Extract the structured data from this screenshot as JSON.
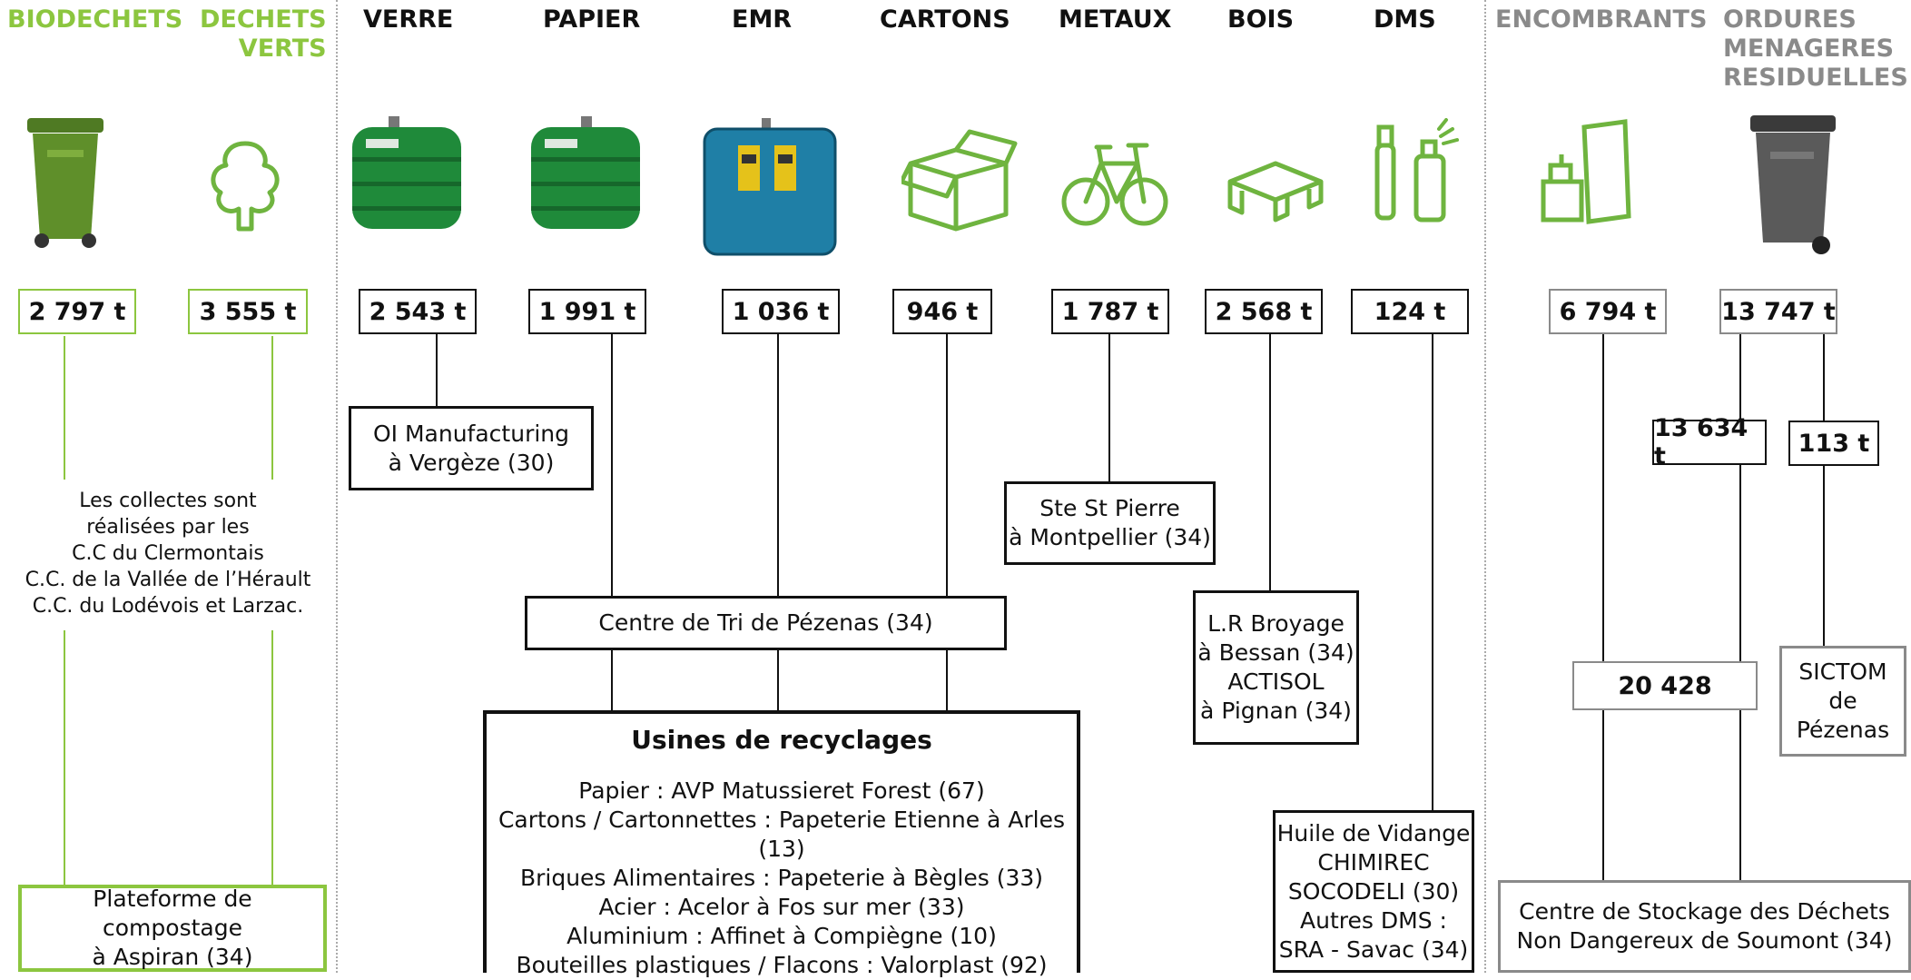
{
  "headers": {
    "biodechets": "BIODECHETS",
    "dechets_verts": "DECHETS\nVERTS",
    "verre": "VERRE",
    "papier": "PAPIER",
    "emr": "EMR",
    "cartons": "CARTONS",
    "metaux": "METAUX",
    "bois": "BOIS",
    "dms": "DMS",
    "encombrants": "ENCOMBRANTS",
    "omr": "ORDURES\nMENAGERES\nRESIDUELLES"
  },
  "tonnages": {
    "biodechets": "2 797 t",
    "dechets_verts": "3 555 t",
    "verre": "2 543 t",
    "papier": "1 991 t",
    "emr": "1 036 t",
    "cartons": "946 t",
    "metaux": "1 787 t",
    "bois": "2 568 t",
    "dms": "124 t",
    "encombrants": "6 794 t",
    "omr": "13 747 t",
    "omr_soumont": "13 634 t",
    "omr_sictom": "113 t",
    "soumont_total": "20 428"
  },
  "destinations": {
    "oi_manufacturing": "OI Manufacturing\nà Vergèze (30)",
    "ste_st_pierre": "Ste St Pierre\nà Montpellier (34)",
    "centre_tri": "Centre de Tri de Pézenas (34)",
    "lr_broyage": "L.R Broyage\nà Bessan (34)\nACTISOL\nà Pignan (34)",
    "sictom": "SICTOM\nde\nPézenas",
    "compostage": "Plateforme de compostage\nà Aspiran (34)",
    "huile": "Huile de Vidange\nCHIMIREC\nSOCODELI (30)\nAutres DMS :\nSRA - Savac (34)",
    "soumont": "Centre de Stockage des Déchets\nNon Dangereux de Soumont (34)"
  },
  "collection_note": "Les collectes sont\nréalisées par les\nC.C du Clermontais\nC.C. de la Vallée de l’Hérault\nC.C. du Lodévois et Larzac.",
  "usines": {
    "title": "Usines de recyclages",
    "lines": [
      "Papier : AVP Matussieret Forest (67)",
      "Cartons / Cartonnettes : Papeterie Etienne à Arles (13)",
      "Briques Alimentaires : Papeterie à Bègles (33)",
      "Acier : Acelor à Fos sur mer (33)",
      "Aluminium : Affinet à Compiègne (10)",
      "Bouteilles plastiques / Flacons : Valorplast (92)"
    ]
  },
  "icons": {
    "biodechets": "green-wheelie-bin-icon",
    "dechets_verts": "tree-outline-icon",
    "verre": "green-glass-bank-icon",
    "papier": "green-paper-bank-icon",
    "emr": "blue-container-icon",
    "cartons": "cardboard-box-icon",
    "metaux": "bicycle-icon",
    "bois": "wooden-pallet-icon",
    "dms": "spray-bottle-icon",
    "encombrants": "bulky-items-icon",
    "omr": "grey-wheelie-bin-icon"
  },
  "colors": {
    "green": "#8cc63f",
    "black": "#111111",
    "gray": "#8a8a8a",
    "emr_blue": "#1f7fa6",
    "bank_green": "#1f8a3a"
  }
}
